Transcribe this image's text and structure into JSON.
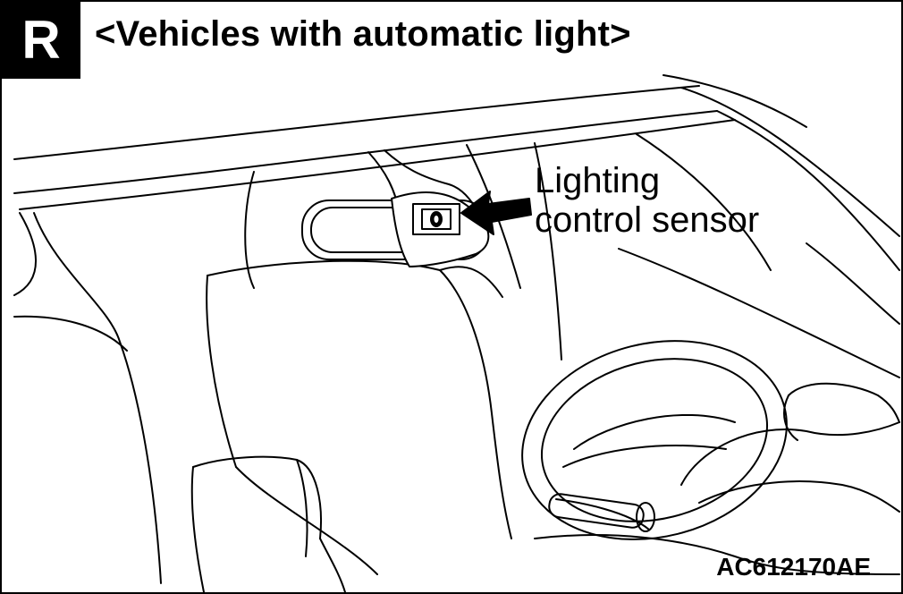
{
  "header": {
    "badge_letter": "R",
    "title": "<Vehicles with automatic light>"
  },
  "callout": {
    "line1": "Lighting",
    "line2": "control sensor"
  },
  "figure_code": "AC612170AE"
}
